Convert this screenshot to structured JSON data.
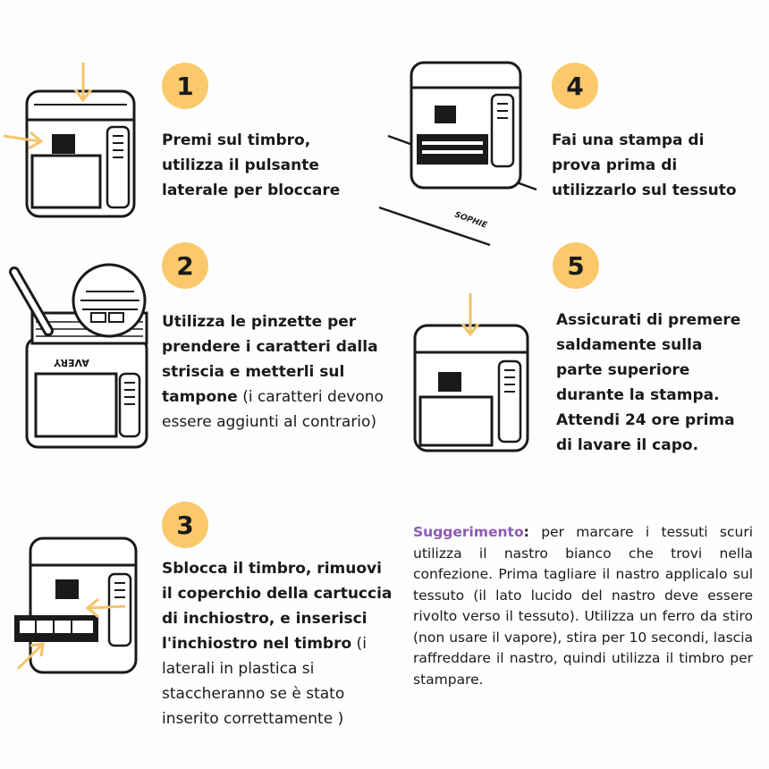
{
  "steps": [
    {
      "number": "1",
      "bold": "Premi sul timbro, utilizza il pulsante laterale per bloccare",
      "normal": ""
    },
    {
      "number": "2",
      "bold": "Utilizza le pinzette per prendere i caratteri dalla striscia e metterli sul tampone",
      "normal": " (i caratteri devono essere aggiunti al contrario)"
    },
    {
      "number": "3",
      "bold": "Sblocca il timbro, rimuovi il coperchio della cartuccia di inchiostro, e inserisci l'inchiostro nel timbro",
      "normal": " (i laterali in plastica si staccheranno se è stato inserito correttamente )"
    },
    {
      "number": "4",
      "bold": "Fai una stampa di prova prima di utilizzarlo sul tessuto",
      "normal": ""
    },
    {
      "number": "5",
      "bold": "Assicurati di premere saldamente sulla parte superiore durante la stampa. Attendi 24 ore prima di lavare il capo.",
      "normal": ""
    }
  ],
  "stamp_imprint": "SOPHIE",
  "brand_on_stamp": "AVERY",
  "tip": {
    "label": "Suggerimento",
    "colon": ":",
    "text": " per marcare i tessuti scuri utilizza il nastro bianco che trovi nella confezione. Prima tagliare il nastro applicalo sul tessuto (il lato lucido del nastro deve essere rivolto verso il tessuto). Utilizza un ferro da stiro (non usare il vapore), stira per 10 secondi, lascia raffreddare il nastro, quindi utilizza il timbro per stampare."
  },
  "colors": {
    "badge": "#fbc96c",
    "arrow": "#f6c46a",
    "tip_label": "#8e59b6",
    "ink": "#1a1a1a"
  }
}
